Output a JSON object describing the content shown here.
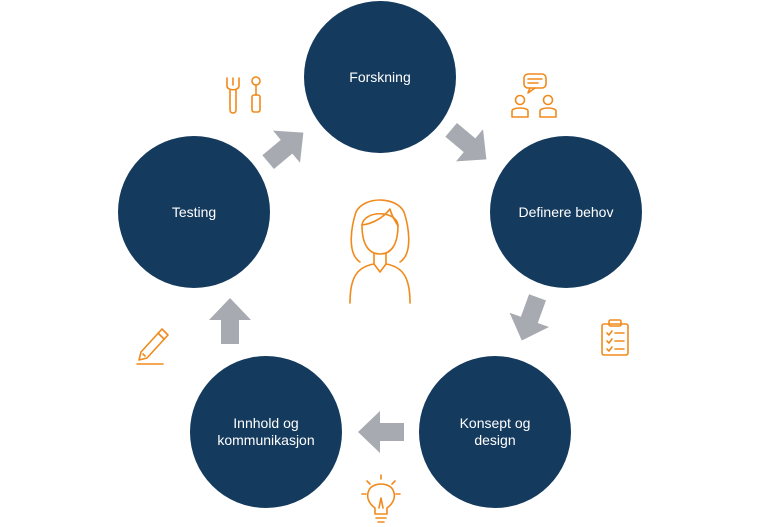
{
  "diagram": {
    "colors": {
      "node_fill": "#143a5e",
      "arrow_fill": "#a7abb1",
      "icon_stroke": "#f08a1c",
      "label_text": "#ffffff"
    },
    "center_icon": "woman-person-icon",
    "nodes": [
      {
        "id": "forskning",
        "label": "Forskning"
      },
      {
        "id": "definere",
        "label": "Definere behov"
      },
      {
        "id": "konsept",
        "label": "Konsept og\ndesign"
      },
      {
        "id": "innhold",
        "label": "Innhold og\nkommunikasjon"
      },
      {
        "id": "testing",
        "label": "Testing"
      }
    ],
    "arrows": [
      {
        "from": "forskning",
        "to": "definere"
      },
      {
        "from": "definere",
        "to": "konsept"
      },
      {
        "from": "konsept",
        "to": "innhold"
      },
      {
        "from": "innhold",
        "to": "testing"
      },
      {
        "from": "testing",
        "to": "forskning"
      }
    ],
    "step_icons": [
      "discussion-people-icon",
      "checklist-clipboard-icon",
      "lightbulb-icon",
      "pencil-icon",
      "wrench-screwdriver-icon"
    ]
  }
}
